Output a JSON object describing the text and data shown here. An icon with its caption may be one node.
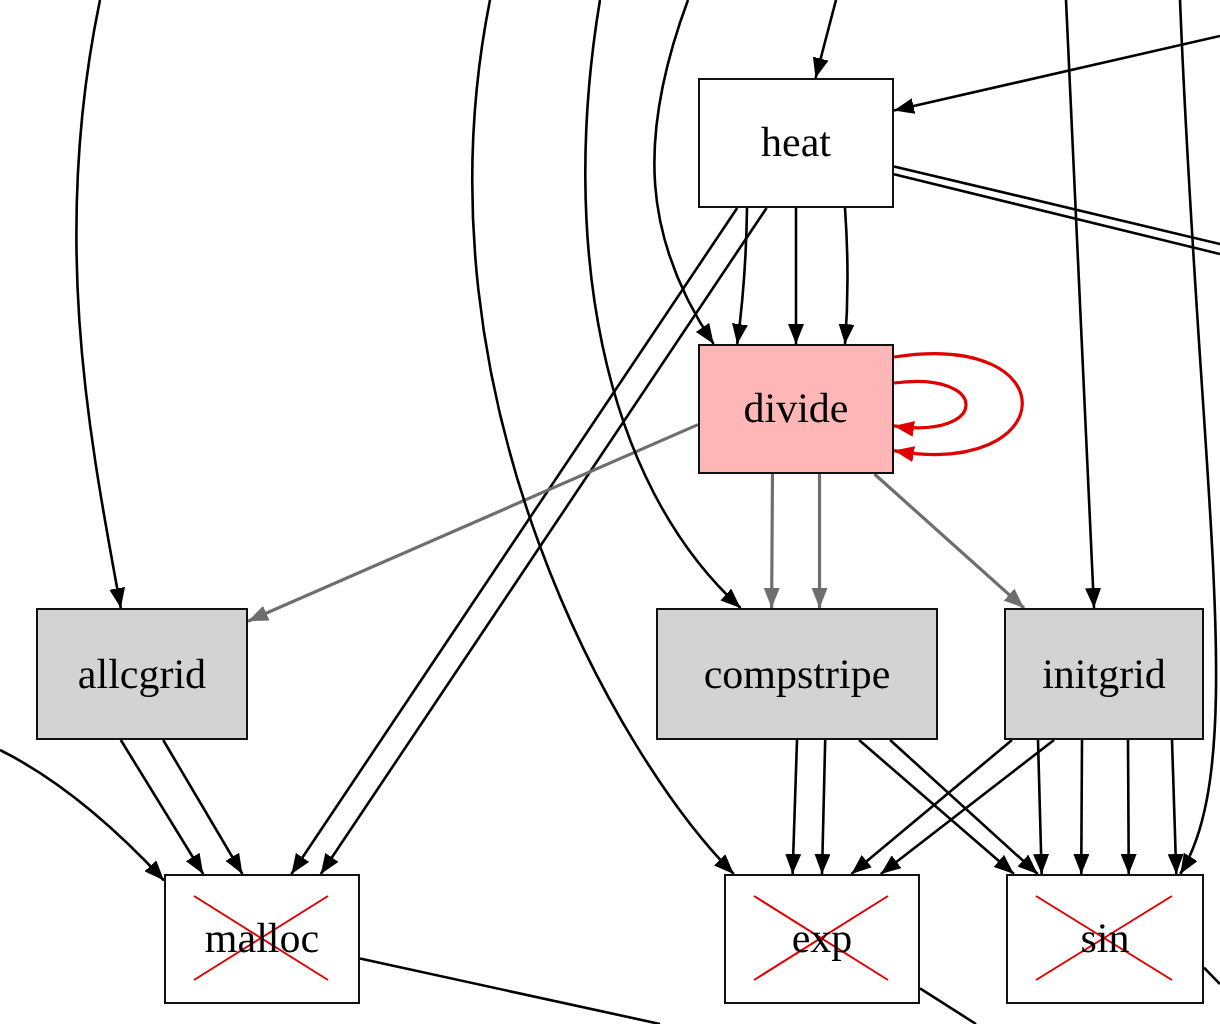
{
  "diagram": {
    "nodes": [
      {
        "text": [
          "heat"
        ]
      },
      {
        "text": [
          "divide"
        ]
      },
      {
        "text": [
          "allcgrid"
        ]
      },
      {
        "text": [
          "compstripe"
        ]
      },
      {
        "text": [
          "initgrid"
        ]
      },
      {
        "text": [
          "malloc"
        ]
      },
      {
        "text": [
          "exp"
        ]
      },
      {
        "text": [
          "sin"
        ]
      }
    ],
    "edges": [
      {
        "from": null,
        "to": 0,
        "arrow": "to"
      },
      {
        "from": null,
        "to": 0,
        "arrow": "to"
      },
      {
        "from": 0,
        "to": null,
        "arrow": "none"
      },
      {
        "from": 0,
        "to": null,
        "arrow": "none"
      },
      {
        "from": 0,
        "to": 1,
        "arrow": "to"
      },
      {
        "from": 0,
        "to": 1,
        "arrow": "to"
      },
      {
        "from": 0,
        "to": 1,
        "arrow": "to"
      },
      {
        "from": null,
        "to": 1,
        "arrow": "to"
      },
      {
        "from": 0,
        "to": 5,
        "arrow": "to"
      },
      {
        "from": 0,
        "to": 5,
        "arrow": "to"
      },
      {
        "from": 1,
        "to": 2,
        "arrow": "to",
        "color": "#6e6e6e"
      },
      {
        "from": 1,
        "to": 3,
        "arrow": "to",
        "color": "#6e6e6e"
      },
      {
        "from": 1,
        "to": 3,
        "arrow": "to",
        "color": "#6e6e6e"
      },
      {
        "from": 1,
        "to": 4,
        "arrow": "to",
        "color": "#6e6e6e"
      },
      {
        "from": 1,
        "to": 1,
        "arrow": "to",
        "color": "#e00000"
      },
      {
        "from": 1,
        "to": 1,
        "arrow": "to",
        "color": "#e00000"
      },
      {
        "from": null,
        "to": 2,
        "arrow": "to"
      },
      {
        "from": null,
        "to": 3,
        "arrow": "to"
      },
      {
        "from": null,
        "to": 4,
        "arrow": "to"
      },
      {
        "from": null,
        "to": 5,
        "arrow": "to"
      },
      {
        "from": null,
        "to": 6,
        "arrow": "to"
      },
      {
        "from": null,
        "to": 7,
        "arrow": "to"
      },
      {
        "from": 2,
        "to": 5,
        "arrow": "to"
      },
      {
        "from": 2,
        "to": 5,
        "arrow": "to"
      },
      {
        "from": 3,
        "to": 6,
        "arrow": "to"
      },
      {
        "from": 3,
        "to": 6,
        "arrow": "to"
      },
      {
        "from": 3,
        "to": 7,
        "arrow": "to"
      },
      {
        "from": 3,
        "to": 7,
        "arrow": "to"
      },
      {
        "from": 4,
        "to": 6,
        "arrow": "to"
      },
      {
        "from": 4,
        "to": 6,
        "arrow": "to"
      },
      {
        "from": 4,
        "to": 7,
        "arrow": "to"
      },
      {
        "from": 4,
        "to": 7,
        "arrow": "to"
      },
      {
        "from": 4,
        "to": 7,
        "arrow": "to"
      },
      {
        "from": 4,
        "to": 7,
        "arrow": "to"
      },
      {
        "from": 5,
        "to": null,
        "arrow": "none"
      },
      {
        "from": 6,
        "to": null,
        "arrow": "none"
      },
      {
        "from": 7,
        "to": null,
        "arrow": "none"
      }
    ]
  }
}
